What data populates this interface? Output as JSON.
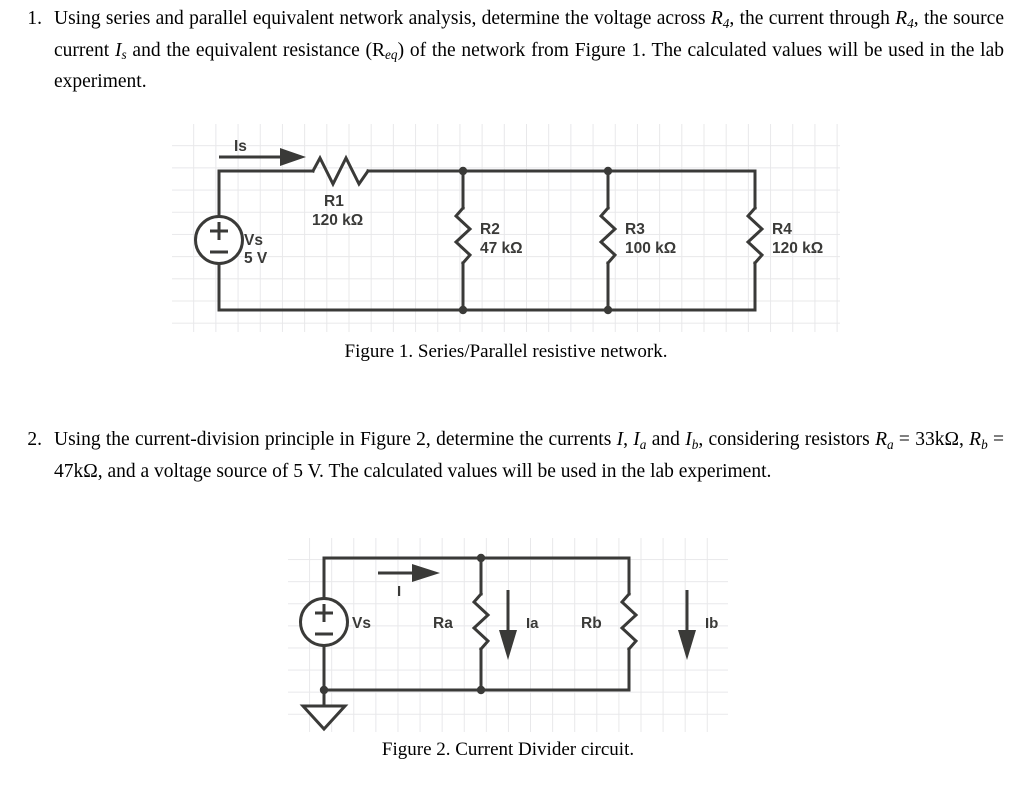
{
  "document": {
    "problems": [
      {
        "number": "1.",
        "text_runs": [
          {
            "t": "Using series and parallel equivalent network analysis, determine the voltage across ",
            "style": "normal"
          },
          {
            "t": "R",
            "style": "italic"
          },
          {
            "t": "4",
            "style": "sub"
          },
          {
            "t": ", the current through ",
            "style": "normal"
          },
          {
            "t": "R",
            "style": "italic"
          },
          {
            "t": "4",
            "style": "sub"
          },
          {
            "t": ", the source current ",
            "style": "normal"
          },
          {
            "t": "I",
            "style": "italic"
          },
          {
            "t": "s",
            "style": "sub"
          },
          {
            "t": " and the equivalent resistance (R",
            "style": "normal"
          },
          {
            "t": "eq",
            "style": "sub"
          },
          {
            "t": ") of the network from Figure 1. The calculated values will be used in the lab experiment.",
            "style": "normal"
          }
        ]
      },
      {
        "number": "2.",
        "text_runs": [
          {
            "t": "Using the current-division principle in Figure 2, determine the currents ",
            "style": "normal"
          },
          {
            "t": "I",
            "style": "italic"
          },
          {
            "t": ", ",
            "style": "normal"
          },
          {
            "t": "I",
            "style": "italic"
          },
          {
            "t": "a",
            "style": "sub"
          },
          {
            "t": " and ",
            "style": "normal"
          },
          {
            "t": "I",
            "style": "italic"
          },
          {
            "t": "b",
            "style": "sub"
          },
          {
            "t": ", considering resistors ",
            "style": "normal"
          },
          {
            "t": "R",
            "style": "italic"
          },
          {
            "t": "a",
            "style": "sub"
          },
          {
            "t": " = 33kΩ, ",
            "style": "normal"
          },
          {
            "t": "R",
            "style": "italic"
          },
          {
            "t": "b",
            "style": "sub"
          },
          {
            "t": " = 47kΩ, and a voltage source of 5 V. The calculated values will be used in the lab experiment.",
            "style": "normal"
          }
        ]
      }
    ]
  },
  "figure_1": {
    "caption": "Figure 1. Series/Parallel resistive network.",
    "source": {
      "name": "Vs",
      "value": "5 V",
      "plus": "+",
      "minus": "−"
    },
    "current_arrow": {
      "label": "Is"
    },
    "components": [
      {
        "ref": "R1",
        "value": "120 kΩ",
        "orientation": "horizontal"
      },
      {
        "ref": "R2",
        "value": "47 kΩ",
        "orientation": "vertical"
      },
      {
        "ref": "R3",
        "value": "100 kΩ",
        "orientation": "vertical"
      },
      {
        "ref": "R4",
        "value": "120 kΩ",
        "orientation": "vertical"
      }
    ],
    "colors": {
      "wire": "#3a3a38",
      "grid": "#e8e8ea",
      "background": "#ffffff"
    }
  },
  "figure_2": {
    "caption": "Figure 2. Current Divider circuit.",
    "source": {
      "name": "Vs",
      "plus": "+",
      "minus": "−"
    },
    "current_arrows": [
      {
        "label": "I",
        "direction": "right"
      },
      {
        "label": "Ia",
        "direction": "down"
      },
      {
        "label": "Ib",
        "direction": "down"
      }
    ],
    "components": [
      {
        "ref": "Ra",
        "orientation": "vertical"
      },
      {
        "ref": "Rb",
        "orientation": "vertical"
      }
    ],
    "ground": {
      "name": "ground-symbol"
    },
    "colors": {
      "wire": "#3a3a38",
      "grid": "#e8e8ea",
      "background": "#ffffff"
    }
  }
}
